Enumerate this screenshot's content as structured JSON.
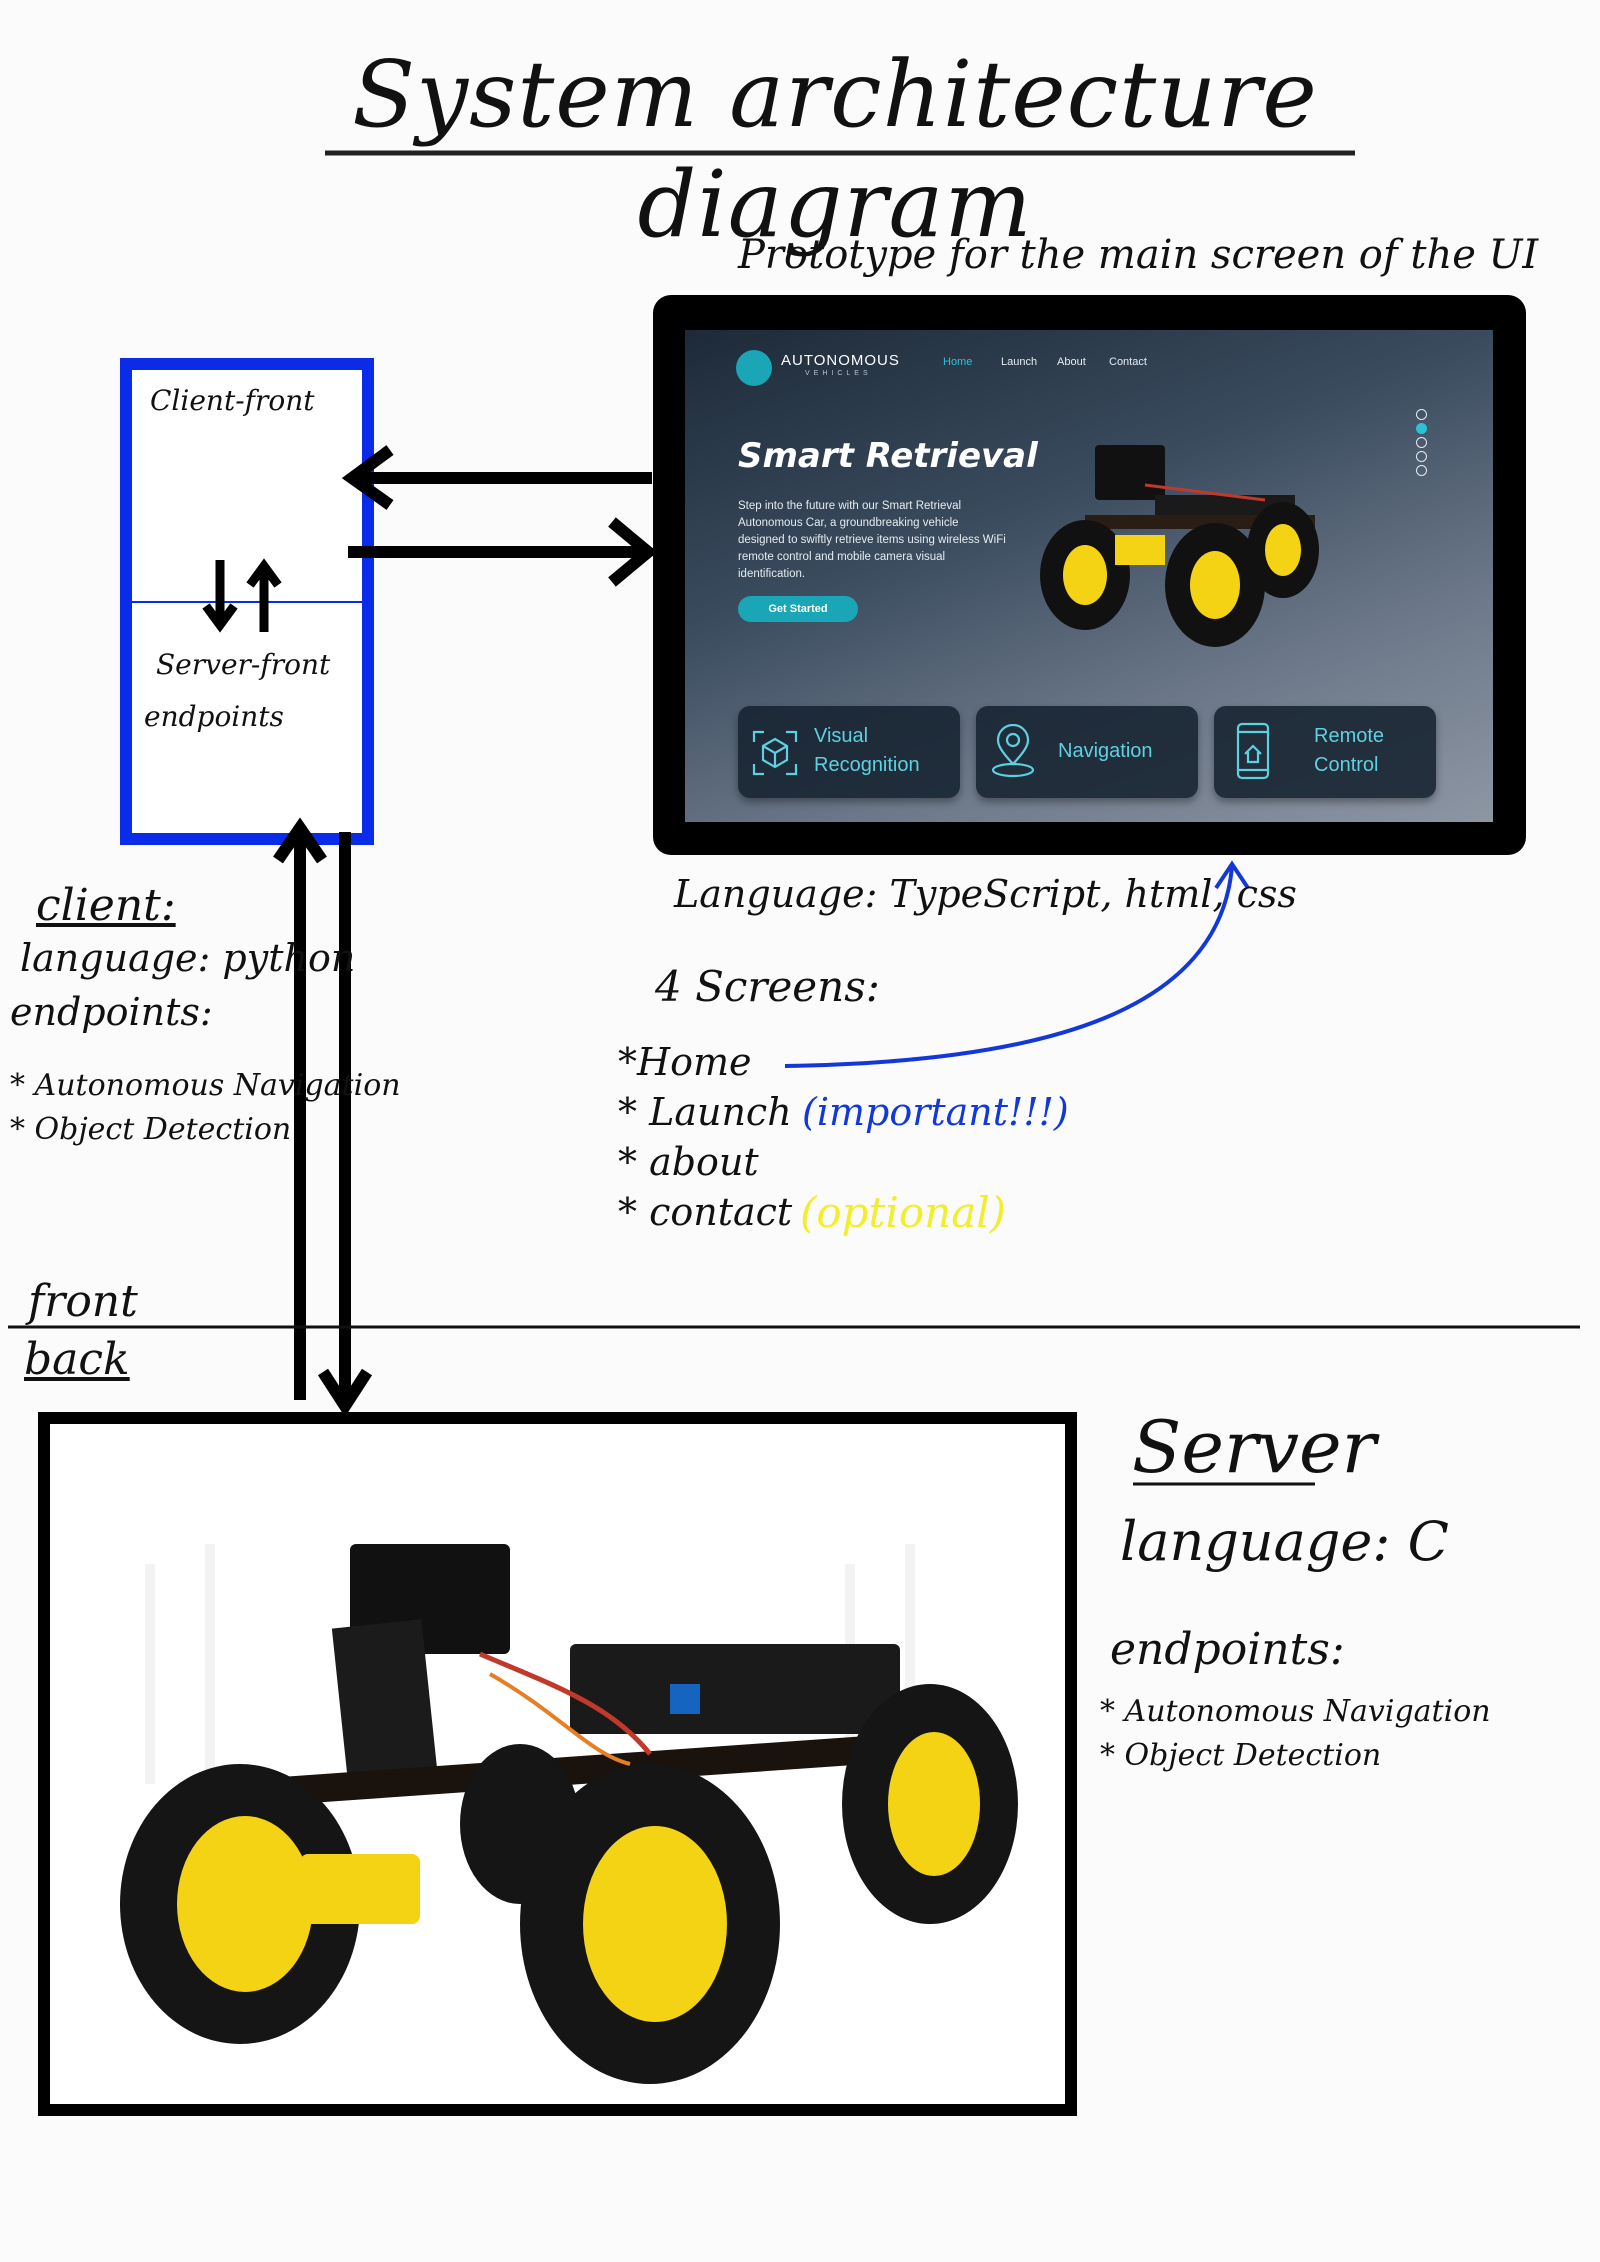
{
  "title": "System architecture diagram",
  "prototype_caption": "Prototype for the main screen of the UI",
  "client_server_box": {
    "client_label": "Client-front",
    "server_label": "Server-front",
    "endpoints_label": "endpoints"
  },
  "ui_prototype": {
    "logo_text": "AUTONOMOUS",
    "logo_subtext": "VEHICLES",
    "nav": [
      "Home",
      "Launch",
      "About",
      "Contact"
    ],
    "hero_title": "Smart Retrieval",
    "hero_description": "Step into the future with our Smart Retrieval Autonomous Car, a groundbreaking vehicle designed to swiftly retrieve items using wireless WiFi remote control and mobile camera visual identification.",
    "cta_label": "Get Started",
    "carousel_dots": 5,
    "carousel_active_index": 1,
    "feature_cards": [
      {
        "label": "Visual\nRecognition",
        "icon": "cube-scan-icon"
      },
      {
        "label": "Navigation",
        "icon": "location-pin-icon"
      },
      {
        "label": "Remote\nControl",
        "icon": "phone-remote-icon"
      }
    ]
  },
  "ui_notes": {
    "language": "Language: TypeScript, html, css",
    "screens_label": "4 Screens:",
    "screens": [
      "*Home",
      "* Launch",
      "* about",
      "* contact"
    ],
    "important_note": "(important!!!)",
    "optional_note": "(optional)"
  },
  "client_notes": {
    "heading": "client:",
    "language": "language: python",
    "endpoints_label": "endpoints:",
    "endpoints": [
      "* Autonomous Navigation",
      "* Object Detection"
    ]
  },
  "divider": {
    "front_label": "front",
    "back_label": "back"
  },
  "server_notes": {
    "heading": "Server",
    "language": "language: C",
    "endpoints_label": "endpoints:",
    "endpoints": [
      "* Autonomous Navigation",
      "* Object Detection"
    ]
  },
  "colors": {
    "box_border": "#0a2be8",
    "important_note": "#1239d8",
    "optional_note": "#f2ee2e",
    "curve_arrow": "#1239d8",
    "ui_accent": "#1aa6b7"
  }
}
